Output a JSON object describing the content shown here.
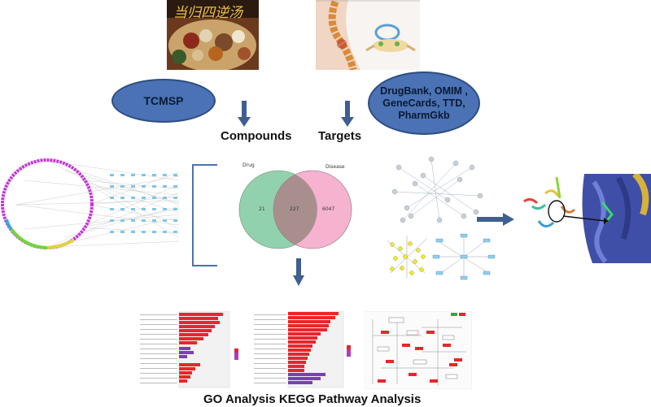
{
  "sources": {
    "tcmsp": "TCMSP",
    "disease_dbs_line1": "DrugBank, OMIM ,",
    "disease_dbs_line2": "GeneCards, TTD,",
    "disease_dbs_line3": "PharmGkb",
    "herb_banner": "当归四逆汤"
  },
  "labels": {
    "compounds": "Compounds",
    "targets": "Targets",
    "bottom": "GO Analysis KEGG Pathway Analysis"
  },
  "venn": {
    "left_label": "Drug",
    "right_label": "Disease",
    "left_only": "21",
    "overlap": "227",
    "right_only": "6047"
  },
  "colors": {
    "ellipse_fill": "#4a72b5",
    "arrow": "#3e5f8f",
    "venn_left": "#7fc9a0",
    "venn_right": "#f3a6c8",
    "bar_red": "#e8262b",
    "bar_purple": "#7a3fb5"
  }
}
